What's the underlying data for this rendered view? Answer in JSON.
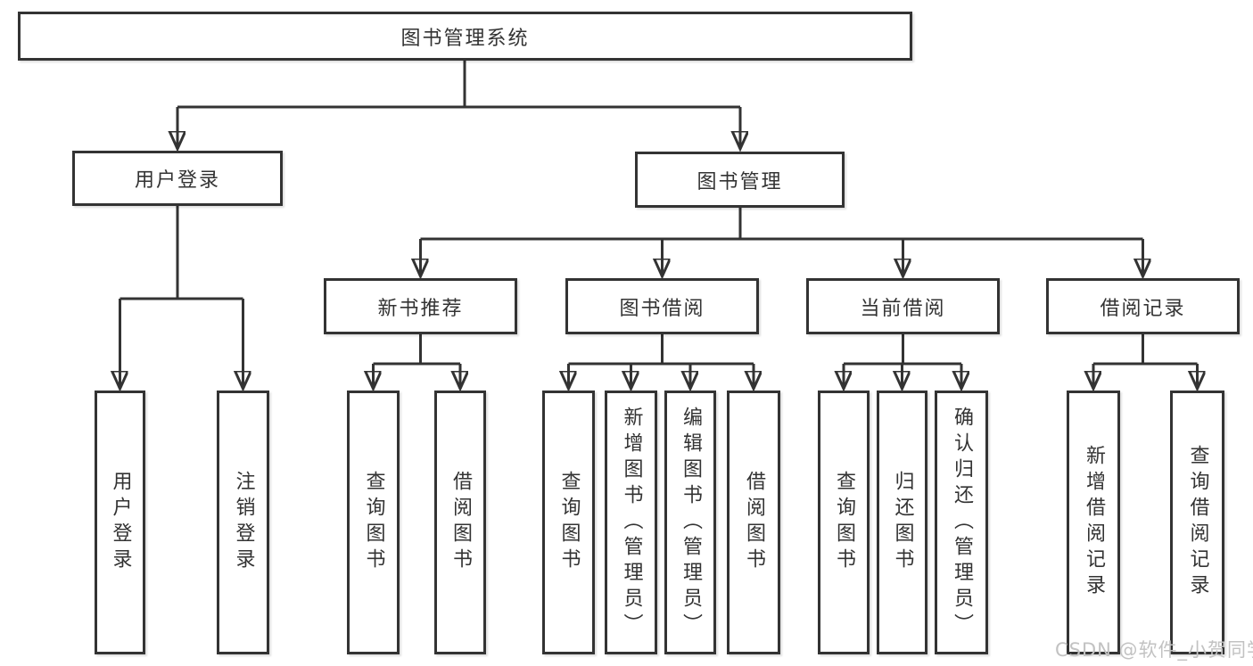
{
  "tree": {
    "label": "图书管理系统",
    "children": [
      {
        "label": "用户登录",
        "children": [
          {
            "label": "用户登录"
          },
          {
            "label": "注销登录"
          }
        ]
      },
      {
        "label": "图书管理",
        "children": [
          {
            "label": "新书推荐",
            "children": [
              {
                "label": "查询图书"
              },
              {
                "label": "借阅图书"
              }
            ]
          },
          {
            "label": "图书借阅",
            "children": [
              {
                "label": "查询图书"
              },
              {
                "label": "新增图书（管理员）"
              },
              {
                "label": "编辑图书（管理员）"
              },
              {
                "label": "借阅图书"
              }
            ]
          },
          {
            "label": "当前借阅",
            "children": [
              {
                "label": "查询图书"
              },
              {
                "label": "归还图书"
              },
              {
                "label": "确认归还（管理员）"
              }
            ]
          },
          {
            "label": "借阅记录",
            "children": [
              {
                "label": "新增借阅记录"
              },
              {
                "label": "查询借阅记录"
              }
            ]
          }
        ]
      }
    ]
  },
  "watermark": "CSDN @软件_小贺同学",
  "colors": {
    "line": "#333333",
    "text": "#333333",
    "box_background": "#ffffff",
    "page_background": "#ffffff",
    "watermark": "#c2c2c2"
  }
}
